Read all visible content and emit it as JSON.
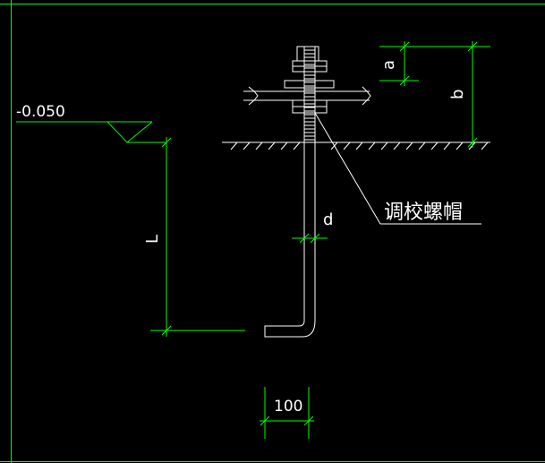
{
  "labels": {
    "elevation": "-0.050",
    "dim_a": "a",
    "dim_b": "b",
    "dim_L": "L",
    "dim_d": "d",
    "dim_100": "100",
    "callout": "调校螺帽"
  },
  "colors": {
    "background": "#000000",
    "dimension_lines": "#00ff00",
    "object_lines": "#ffffff",
    "text": "#ffffff"
  }
}
